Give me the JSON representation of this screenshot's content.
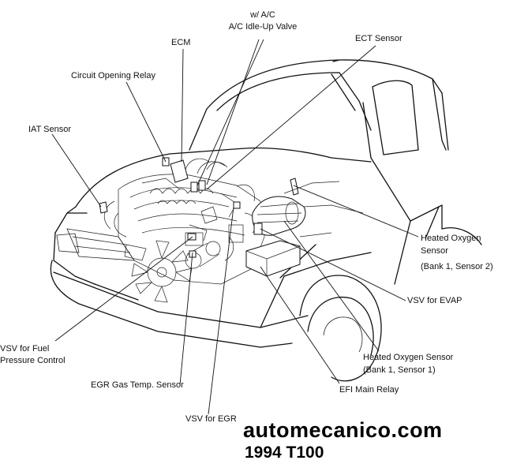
{
  "labels": {
    "ecm": "ECM",
    "ac_line1": "w/ A/C",
    "ac_line2": "A/C Idle-Up Valve",
    "ect_sensor": "ECT Sensor",
    "circuit_opening_relay": "Circuit Opening Relay",
    "iat_sensor": "IAT Sensor",
    "heated_o2_s2_line1": "Heated  Oxygen",
    "heated_o2_s2_line2": "Sensor",
    "heated_o2_s2_line3": "(Bank 1,  Sensor 2)",
    "vsv_evap": "VSV for EVAP",
    "vsv_fuel_line1": "VSV for Fuel",
    "vsv_fuel_line2": "Pressure Control",
    "heated_o2_s1_line1": "Heated  Oxygen Sensor",
    "heated_o2_s1_line2": "(Bank 1,  Sensor 1)",
    "egr_gas_temp": "EGR Gas Temp. Sensor",
    "efi_main_relay": "EFI Main Relay",
    "vsv_egr": "VSV for EGR"
  },
  "watermark": {
    "site": "automecanico.com",
    "model": "1994 T100"
  },
  "colors": {
    "ink": "#111111",
    "background": "#ffffff"
  }
}
